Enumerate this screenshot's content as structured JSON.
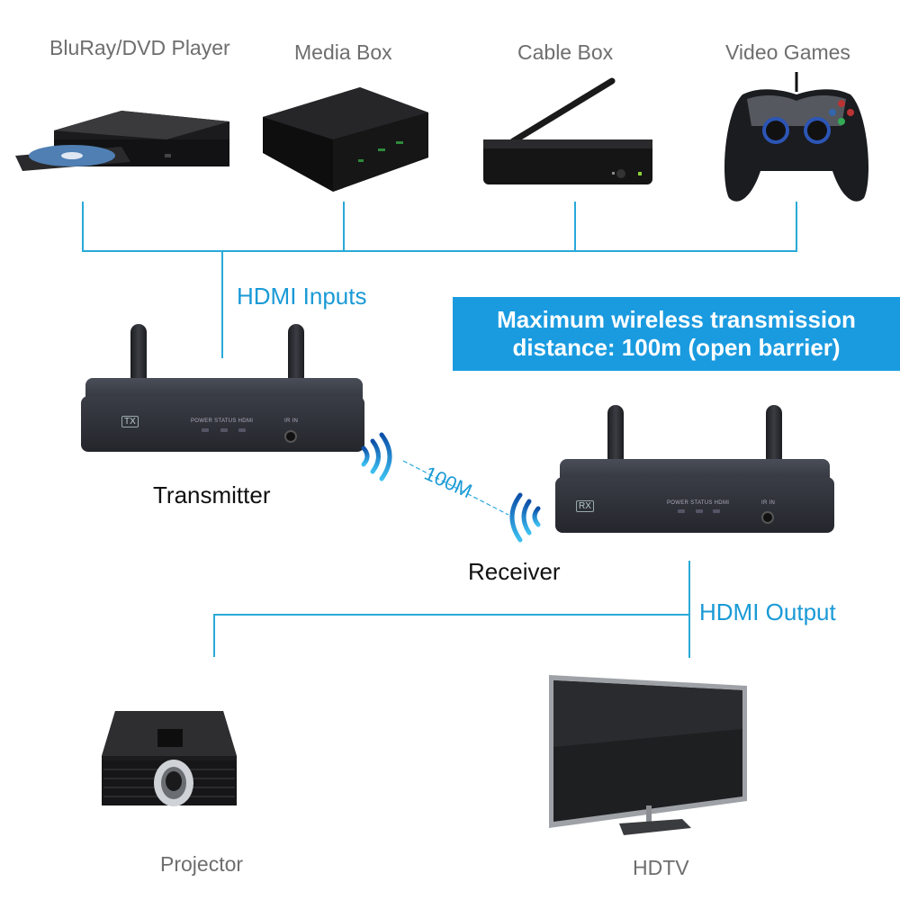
{
  "sources": {
    "title": "HDMI Inputs",
    "devices": [
      {
        "label": "BluRay/DVD Player",
        "icon": "bluray-player-icon"
      },
      {
        "label": "Media Box",
        "icon": "media-box-icon"
      },
      {
        "label": "Cable Box",
        "icon": "cable-box-icon"
      },
      {
        "label": "Video Games",
        "icon": "gamepad-icon"
      }
    ]
  },
  "banner": {
    "line1": "Maximum wireless transmission",
    "line2": "distance: 100m (open barrier)"
  },
  "transmitter": {
    "label": "Transmitter",
    "tag": "TX",
    "indicators": "POWER  STATUS  HDMI",
    "port": "IR IN"
  },
  "receiver": {
    "label": "Receiver",
    "tag": "RX",
    "indicators": "POWER  STATUS  HDMI",
    "port": "IR IN"
  },
  "link": {
    "distance": "100M"
  },
  "outputs": {
    "title": "HDMI Output",
    "devices": [
      {
        "label": "Projector",
        "icon": "projector-icon"
      },
      {
        "label": "HDTV",
        "icon": "hdtv-icon"
      }
    ]
  },
  "colors": {
    "accent": "#1a9be0",
    "line": "#29a9d8",
    "label_gray": "#6e6e6e"
  }
}
